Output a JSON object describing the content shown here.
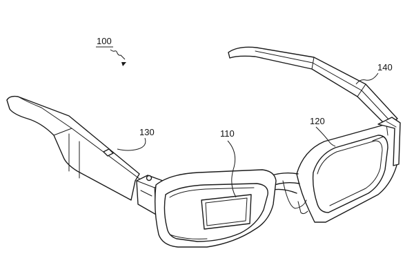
{
  "figure": {
    "labels": {
      "device": "100",
      "display": "110",
      "frame": "120",
      "module": "130",
      "temple": "140"
    }
  }
}
